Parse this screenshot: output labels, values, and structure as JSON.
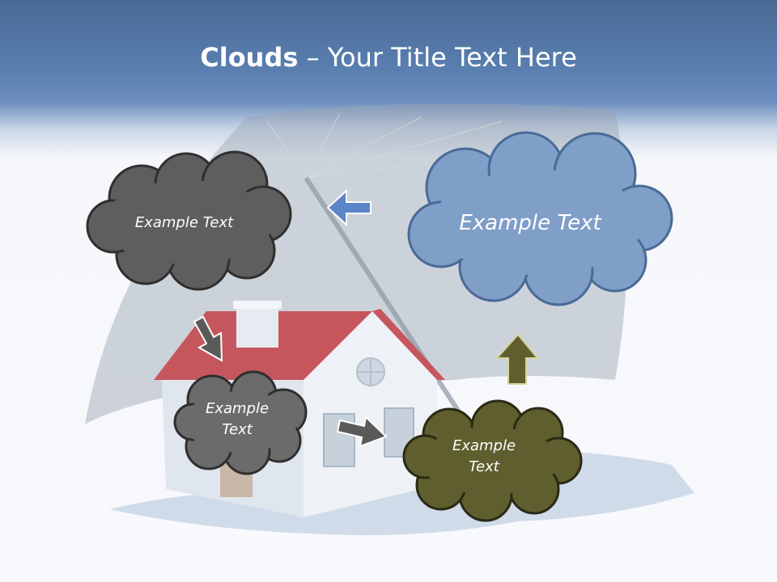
{
  "slide": {
    "title_bold": "Clouds",
    "title_dash": " – ",
    "title_rest": "Your Title Text Here"
  },
  "clouds": [
    {
      "id": "cloud-top-left",
      "text": "Example Text",
      "fill": "#5e5e5e"
    },
    {
      "id": "cloud-top-right",
      "text": "Example Text",
      "fill": "#7f9ec8"
    },
    {
      "id": "cloud-middle-left",
      "line1": "Example",
      "line2": "Text",
      "fill": "#6b6b6b"
    },
    {
      "id": "cloud-bottom-right",
      "line1": "Example",
      "line2": "Text",
      "fill": "#5f5e2e"
    }
  ],
  "colors": {
    "header": "#5a7fb0",
    "arrow_blue": "#5b85c6",
    "arrow_gray": "#5a5a5a",
    "arrow_olive": "#5f5e2e",
    "roof": "#c6565d"
  }
}
